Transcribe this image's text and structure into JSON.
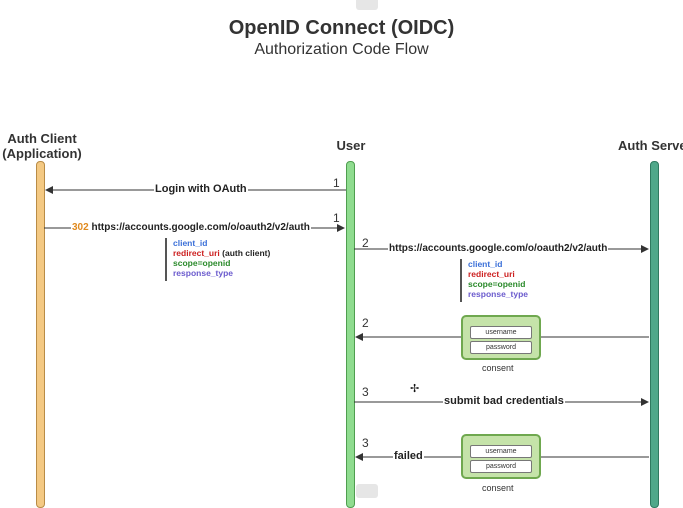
{
  "title": "OpenID Connect (OIDC)",
  "subtitle": "Authorization Code Flow",
  "actors": {
    "client_line1": "Auth Client",
    "client_line2": "(Application)",
    "user": "User",
    "server": "Auth Server"
  },
  "colors": {
    "client_lifeline": "#f4c983",
    "user_lifeline": "#8fdc8f",
    "server_lifeline": "#4fa88a",
    "status_orange": "#e08a1e"
  },
  "messages": {
    "login": {
      "step": "1",
      "label": "Login with OAuth"
    },
    "redirect": {
      "step": "1",
      "status": "302",
      "url": "https://accounts.google.com/o/oauth2/v2/auth"
    },
    "auth_request": {
      "step": "2",
      "url": "https://accounts.google.com/o/oauth2/v2/auth"
    },
    "login_form": {
      "step": "2"
    },
    "submit": {
      "step": "3",
      "label": "submit bad credentials"
    },
    "failed": {
      "step": "3",
      "label": "failed"
    }
  },
  "params1": {
    "client_id": "client_id",
    "redirect_uri": "redirect_uri",
    "redirect_note": "(auth client)",
    "scope": "scope=openid",
    "response_type": "response_type"
  },
  "params2": {
    "client_id": "client_id",
    "redirect_uri": "redirect_uri",
    "scope": "scope=openid",
    "response_type": "response_type"
  },
  "form1": {
    "username": "username",
    "password": "password",
    "caption": "consent"
  },
  "form2": {
    "username": "username",
    "password": "password",
    "caption": "consent"
  },
  "cursor_glyph": "✢"
}
